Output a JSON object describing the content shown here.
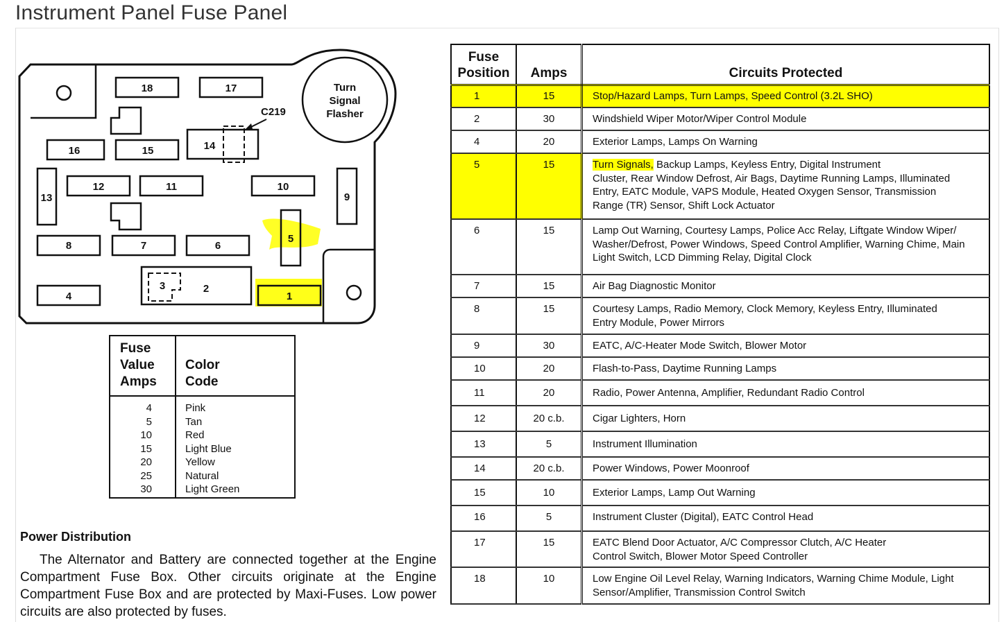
{
  "page_title": "Instrument Panel Fuse Panel",
  "diagram": {
    "flasher_label": [
      "Turn",
      "Signal",
      "Flasher"
    ],
    "connector_label": "C219",
    "fuse_labels": [
      "18",
      "17",
      "16",
      "15",
      "14",
      "13",
      "12",
      "11",
      "10",
      "9",
      "8",
      "7",
      "6",
      "5",
      "4",
      "3",
      "2",
      "1"
    ],
    "highlight_color": "#ffff00"
  },
  "color_code_table": {
    "header_left": [
      "Fuse",
      "Value",
      "Amps"
    ],
    "header_right": [
      "Color",
      "Code"
    ],
    "rows": [
      {
        "amps": "4",
        "color": "Pink"
      },
      {
        "amps": "5",
        "color": "Tan"
      },
      {
        "amps": "10",
        "color": "Red"
      },
      {
        "amps": "15",
        "color": "Light Blue"
      },
      {
        "amps": "20",
        "color": "Yellow"
      },
      {
        "amps": "25",
        "color": "Natural"
      },
      {
        "amps": "30",
        "color": "Light Green"
      }
    ]
  },
  "power_distribution": {
    "title": "Power Distribution",
    "body": "The Alternator and Battery are connected together at the Engine Compartment Fuse Box. Other circuits originate at the Engine Compartment Fuse Box and are protected by Maxi-Fuses. Low power circuits are also protected by fuses."
  },
  "fuse_table": {
    "headers": {
      "position": [
        "Fuse",
        "Position"
      ],
      "amps": "Amps",
      "circuits": "Circuits Protected"
    },
    "rows": [
      {
        "position": "1",
        "amps": "15",
        "circuits": [
          "Stop/Hazard Lamps, Turn Lamps, Speed Control (3.2L SHO)"
        ]
      },
      {
        "position": "2",
        "amps": "30",
        "circuits": [
          "Windshield Wiper Motor/Wiper Control Module"
        ]
      },
      {
        "position": "4",
        "amps": "20",
        "circuits": [
          "Exterior Lamps, Lamps On Warning"
        ]
      },
      {
        "position": "5",
        "amps": "15",
        "circuits": [
          "Turn Signals, Backup Lamps, Keyless Entry, Digital Instrument",
          "Cluster, Rear Window Defrost, Air Bags, Daytime Running Lamps, Illuminated",
          "Entry, EATC Module, VAPS Module, Heated Oxygen Sensor, Transmission",
          "Range (TR) Sensor, Shift Lock Actuator"
        ]
      },
      {
        "position": "6",
        "amps": "15",
        "circuits": [
          "Lamp Out Warning, Courtesy Lamps, Police Acc Relay, Liftgate Window Wiper/",
          "Washer/Defrost, Power Windows, Speed Control Amplifier, Warning Chime, Main",
          "Light Switch, LCD Dimming Relay, Digital Clock"
        ]
      },
      {
        "position": "7",
        "amps": "15",
        "circuits": [
          "Air Bag Diagnostic Monitor"
        ]
      },
      {
        "position": "8",
        "amps": "15",
        "circuits": [
          "Courtesy Lamps, Radio Memory, Clock Memory, Keyless Entry, Illuminated",
          "Entry Module, Power Mirrors"
        ]
      },
      {
        "position": "9",
        "amps": "30",
        "circuits": [
          "EATC, A/C-Heater Mode Switch, Blower Motor"
        ]
      },
      {
        "position": "10",
        "amps": "20",
        "circuits": [
          "Flash-to-Pass, Daytime Running Lamps"
        ]
      },
      {
        "position": "11",
        "amps": "20",
        "circuits": [
          "Radio, Power Antenna, Amplifier, Redundant Radio Control"
        ]
      },
      {
        "position": "12",
        "amps": "20 c.b.",
        "circuits": [
          "Cigar Lighters, Horn"
        ]
      },
      {
        "position": "13",
        "amps": "5",
        "circuits": [
          "Instrument Illumination"
        ]
      },
      {
        "position": "14",
        "amps": "20 c.b.",
        "circuits": [
          "Power Windows, Power Moonroof"
        ]
      },
      {
        "position": "15",
        "amps": "10",
        "circuits": [
          "Exterior Lamps, Lamp Out Warning"
        ]
      },
      {
        "position": "16",
        "amps": "5",
        "circuits": [
          "Instrument Cluster (Digital), EATC Control Head"
        ]
      },
      {
        "position": "17",
        "amps": "15",
        "circuits": [
          "EATC Blend Door Actuator, A/C Compressor Clutch, A/C Heater",
          "Control Switch, Blower Motor Speed Controller"
        ]
      },
      {
        "position": "18",
        "amps": "10",
        "circuits": [
          "Low Engine Oil Level Relay, Warning Indicators, Warning Chime Module, Light",
          "Sensor/Amplifier, Transmission Control Switch"
        ]
      }
    ]
  }
}
